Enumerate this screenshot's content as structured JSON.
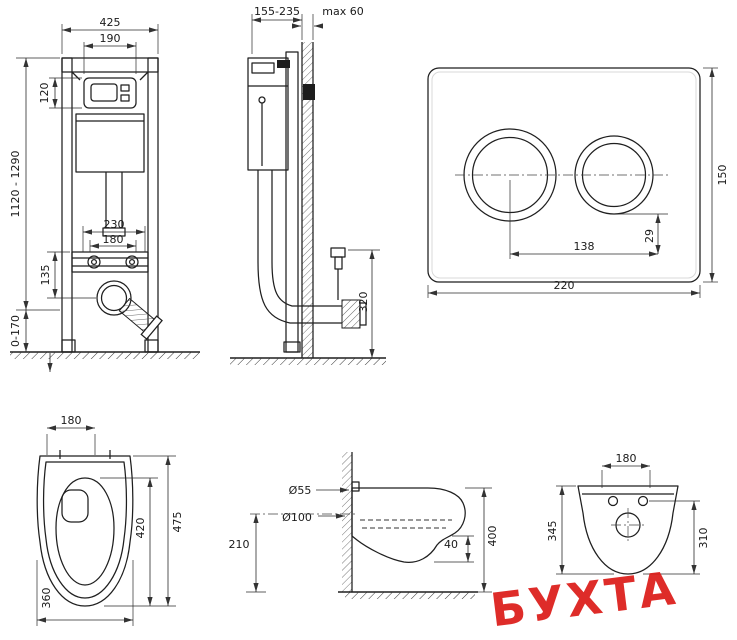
{
  "views": {
    "frame_front": {
      "dim_width": "425",
      "dim_inner_width": "190",
      "dim_box_height": "120",
      "dim_height_range": "1120 - 1290",
      "dim_bolt_span": "230",
      "dim_bolt_inner": "180",
      "dim_offset": "135",
      "dim_feet_range": "0-170"
    },
    "frame_side": {
      "dim_depth_range": "155-235",
      "dim_wall_max": "max 60",
      "dim_outlet_height": "320"
    },
    "flush_plate": {
      "dim_height": "150",
      "dim_button_offset": "29",
      "dim_button_span": "138",
      "dim_width": "220"
    },
    "bowl_top": {
      "dim_back_width": "180",
      "dim_length": "475",
      "dim_seat_length": "420",
      "dim_width": "360"
    },
    "bowl_side": {
      "dim_inlet": "Ø55",
      "dim_outlet": "Ø100",
      "dim_bottom_height": "210",
      "dim_total_height": "400",
      "dim_rim": "40"
    },
    "bowl_back": {
      "dim_mount_width": "180",
      "dim_height_left": "345",
      "dim_height_right": "310"
    }
  },
  "watermark": {
    "text": "БУХТА",
    "color": "#dc1b17"
  }
}
